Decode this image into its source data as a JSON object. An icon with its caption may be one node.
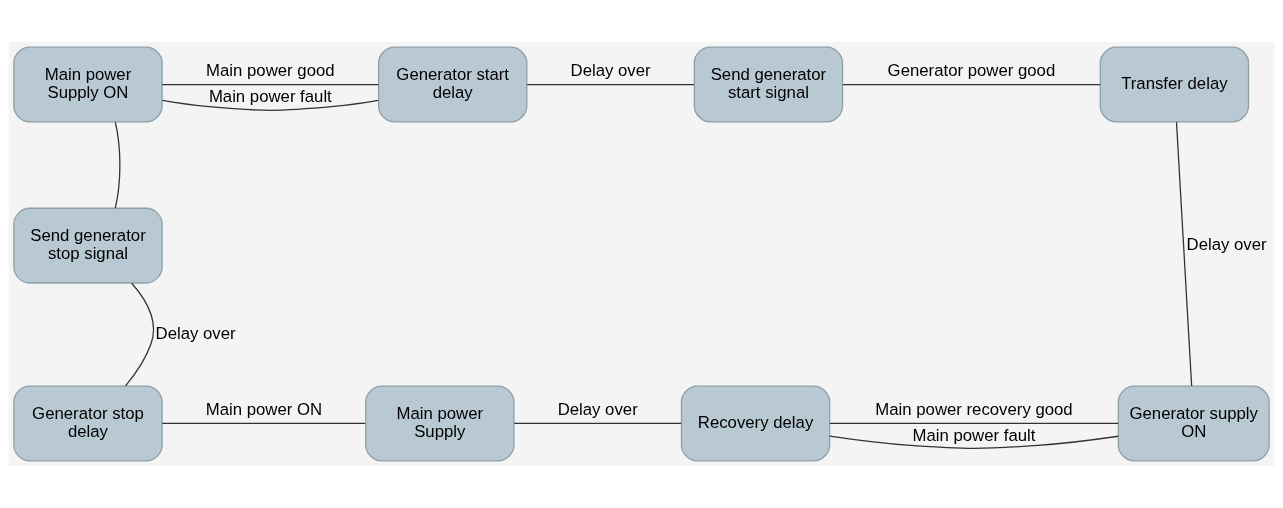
{
  "diagram": {
    "nodes": [
      {
        "text": [
          "Main power Supply ON"
        ]
      },
      {
        "text": [
          "Generator start delay"
        ]
      },
      {
        "text": [
          "Send generator start signal"
        ]
      },
      {
        "text": [
          "Transfer delay"
        ]
      },
      {
        "text": [
          "Send generator stop signal"
        ]
      },
      {
        "text": [
          "Generator stop delay"
        ]
      },
      {
        "text": [
          "Main power Supply"
        ]
      },
      {
        "text": [
          "Recovery delay"
        ]
      },
      {
        "text": [
          "Generator supply ON"
        ]
      }
    ],
    "edges": [
      {
        "from": 0,
        "to": 1,
        "arrow": "none",
        "label": "Main power fault"
      },
      {
        "from": 1,
        "to": 0,
        "arrow": "none",
        "label": "Main power good"
      },
      {
        "from": 1,
        "to": 2,
        "arrow": "none",
        "label": "Delay over"
      },
      {
        "from": 2,
        "to": 3,
        "arrow": "none",
        "label": "Generator power good"
      },
      {
        "from": 3,
        "to": 8,
        "arrow": "none",
        "label": "Delay over"
      },
      {
        "from": 8,
        "to": 7,
        "arrow": "none",
        "label": "Main power recovery good"
      },
      {
        "from": 7,
        "to": 8,
        "arrow": "none",
        "label": "Main power fault"
      },
      {
        "from": 7,
        "to": 6,
        "arrow": "none",
        "label": "Delay over"
      },
      {
        "from": 6,
        "to": 5,
        "arrow": "none",
        "label": "Main power ON"
      },
      {
        "from": 5,
        "to": 4,
        "arrow": "none",
        "label": "Delay over"
      },
      {
        "from": 4,
        "to": 0,
        "arrow": "none"
      }
    ]
  }
}
